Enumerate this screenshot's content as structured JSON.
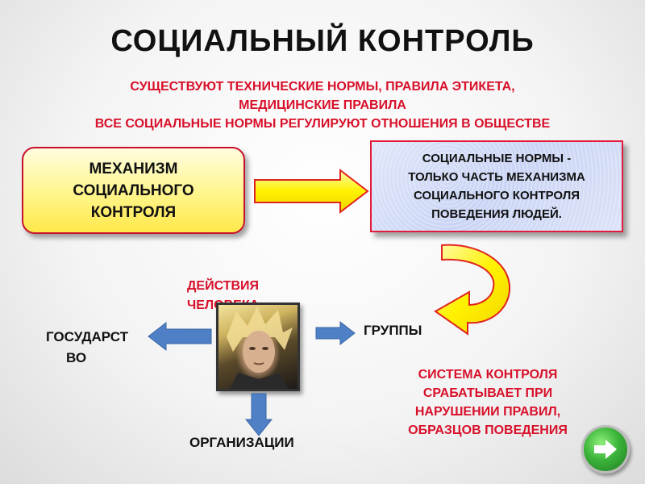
{
  "slide": {
    "title": "СОЦИАЛЬНЫЙ КОНТРОЛЬ",
    "subtitle_lines": [
      "СУЩЕСТВУЮТ  ТЕХНИЧЕСКИЕ НОРМЫ, ПРАВИЛА  ЭТИКЕТА,",
      "МЕДИЦИНСКИЕ ПРАВИЛА",
      "ВСЕ СОЦИАЛЬНЫЕ НОРМЫ РЕГУЛИРУЮТ ОТНОШЕНИЯ  В ОБЩЕСТВЕ"
    ],
    "mechanism_box": [
      "МЕХАНИЗМ",
      "СОЦИАЛЬНОГО",
      "КОНТРОЛЯ"
    ],
    "norms_box": [
      "СОЦИАЛЬНЫЕ  НОРМЫ  -",
      "ТОЛЬКО ЧАСТЬ МЕХАНИЗМА",
      "СОЦИАЛЬНОГО КОНТРОЛЯ",
      "ПОВЕДЕНИЯ ЛЮДЕЙ."
    ],
    "actions_label": [
      "ДЕЙСТВИЯ",
      "ЧЕЛОВЕКА"
    ],
    "state_label": [
      "ГОСУДАРСТ",
      "ВО"
    ],
    "groups_label": "ГРУППЫ",
    "organizations_label": "ОРГАНИЗАЦИИ",
    "control_system": [
      "СИСТЕМА КОНТРОЛЯ",
      "СРАБАТЫВАЕТ  ПРИ",
      "НАРУШЕНИИ  ПРАВИЛ,",
      "ОБРАЗЦОВ  ПОВЕДЕНИЯ"
    ]
  },
  "colors": {
    "accent_red": "#d8102a",
    "arrow_yellow": "#fff200",
    "arrow_blue": "#4f7fc4",
    "button_green": "#3cb43a"
  },
  "icons": {
    "next_button": "arrow-right-icon",
    "photo": "person-portrait"
  }
}
